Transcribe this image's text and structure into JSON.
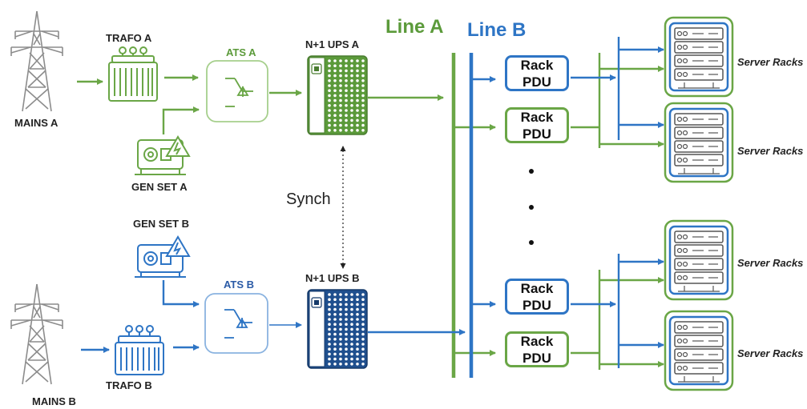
{
  "sources": {
    "mains_a": "MAINS A",
    "mains_b": "MAINS B",
    "trafo_a": "TRAFO A",
    "trafo_b": "TRAFO B",
    "gen_a": "GEN SET A",
    "gen_b": "GEN SET B",
    "ats_a": "ATS A",
    "ats_b": "ATS B",
    "ups_a": "N+1 UPS A",
    "ups_b": "N+1 UPS B",
    "synch": "Synch"
  },
  "lines": {
    "line_a": "Line A",
    "line_b": "Line B"
  },
  "pdus": [
    {
      "line1": "Rack",
      "line2": "PDU"
    },
    {
      "line1": "Rack",
      "line2": "PDU"
    },
    {
      "line1": "Rack",
      "line2": "PDU"
    },
    {
      "line1": "Rack",
      "line2": "PDU"
    }
  ],
  "racks": [
    {
      "label": "Server Racks"
    },
    {
      "label": "Server Racks"
    },
    {
      "label": "Server Racks"
    },
    {
      "label": "Server Racks"
    }
  ],
  "colors": {
    "line_a": "#6aa646",
    "line_b": "#2e75c5",
    "tower": "#8c8c8c"
  }
}
